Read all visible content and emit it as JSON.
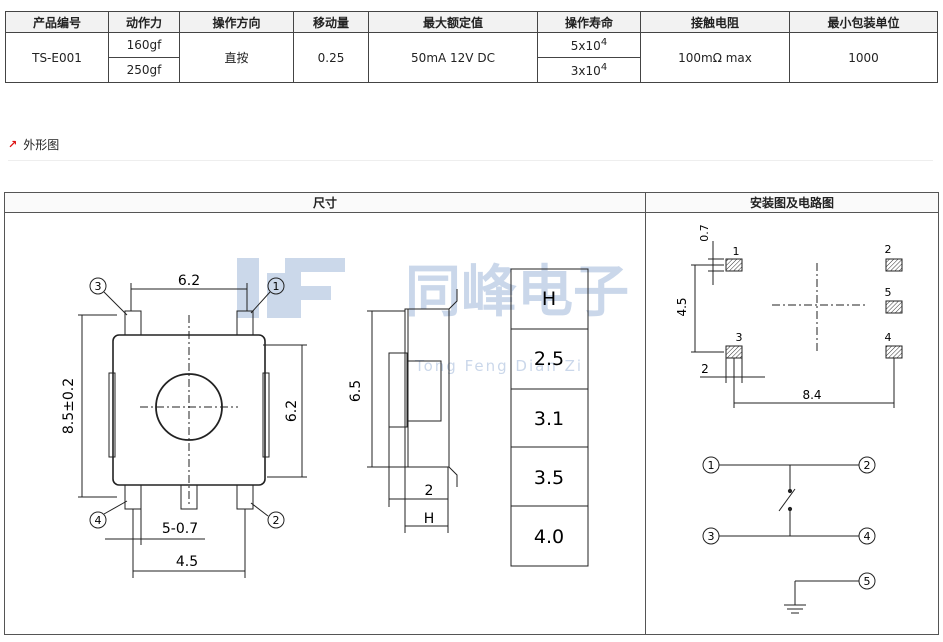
{
  "spec_table": {
    "headers": [
      "产品编号",
      "动作力",
      "操作方向",
      "移动量",
      "最大额定值",
      "操作寿命",
      "接触电阻",
      "最小包装单位"
    ],
    "row": {
      "part": "TS-E001",
      "force": [
        "160gf",
        "250gf"
      ],
      "direction": "直按",
      "travel": "0.25",
      "rating": "50mA 12V DC",
      "life": [
        {
          "base": "5x10",
          "exp": "4"
        },
        {
          "base": "3x10",
          "exp": "4"
        }
      ],
      "resistance": "100mΩ max",
      "min_pack": "1000"
    }
  },
  "section_title": "外形图",
  "drawing": {
    "left_header": "尺寸",
    "right_header": "安装图及电路图",
    "watermark": {
      "brand": "同峰电子",
      "sub": "Tong Feng Dian Zi"
    },
    "dims": {
      "top_width": "6.2",
      "height_left": "8.5±0.2",
      "height_right": "6.2",
      "bottom_lead": "5-0.7",
      "bottom_width": "4.5",
      "side_height": "6.5",
      "side_stem": "2",
      "side_h": "H"
    },
    "pins": [
      "1",
      "2",
      "3",
      "4",
      "5"
    ],
    "h_table": [
      "H",
      "2.5",
      "3.1",
      "3.5",
      "4.0"
    ],
    "mount": {
      "pad": "0.7",
      "vspace": "4.5",
      "hspace": "2",
      "width": "8.4"
    }
  }
}
